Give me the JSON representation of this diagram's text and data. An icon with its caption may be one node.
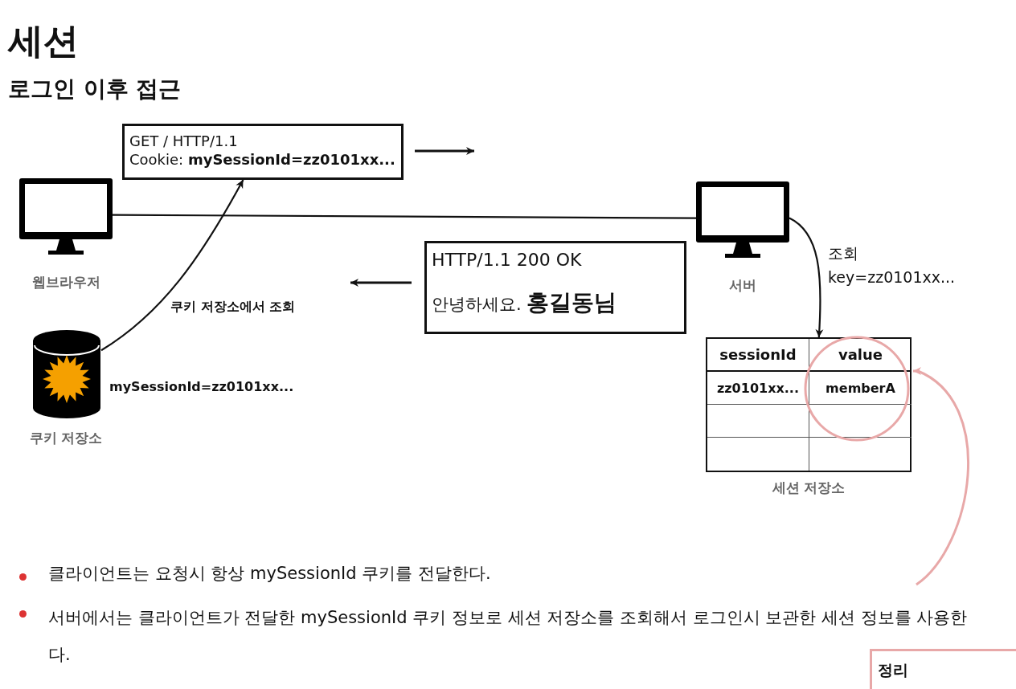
{
  "diagram": {
    "title": "세션",
    "nodes": [
      {
        "text": [
          "웹브라우저"
        ]
      },
      {
        "text": [
          "서버"
        ]
      },
      {
        "text": [
          "GET / HTTP/1.1",
          "Cookie: **mySessionId=zz0101xx...**"
        ]
      },
      {
        "text": [
          "HTTP/1.1 200 OK",
          "안녕하세요. **홍길동님**"
        ]
      },
      {
        "text": [
          "쿠키 저장소"
        ],
        "beside": [
          "mySessionId=zz0101xx..."
        ]
      },
      {
        "text": [
          "세션 저장소"
        ]
      }
    ],
    "edges": [
      {
        "from": 0,
        "to": 1,
        "arrow": "none"
      },
      {
        "from": 4,
        "to": 2,
        "arrow": "to",
        "label": "쿠키 저장소에서 조회"
      },
      {
        "from": 1,
        "to": 5,
        "arrow": "to",
        "label": "조회 key=zz0101xx..."
      },
      {
        "from": null,
        "to": 5,
        "arrow": "to",
        "color": "#e8a8a8"
      }
    ],
    "labels": [
      "로그인 이후 접근",
      "sessionId",
      "value",
      "zz0101xx...",
      "memberA",
      "클라이언트는 요청시 항상 mySessionId 쿠키를 전달한다.",
      "서버에서는 클라이언트가 전달한 mySessionId 쿠키 정보로 세션 저장소를 조회해서 로그인시 보관한 세션 정보를 사용한다.",
      "정리"
    ]
  }
}
